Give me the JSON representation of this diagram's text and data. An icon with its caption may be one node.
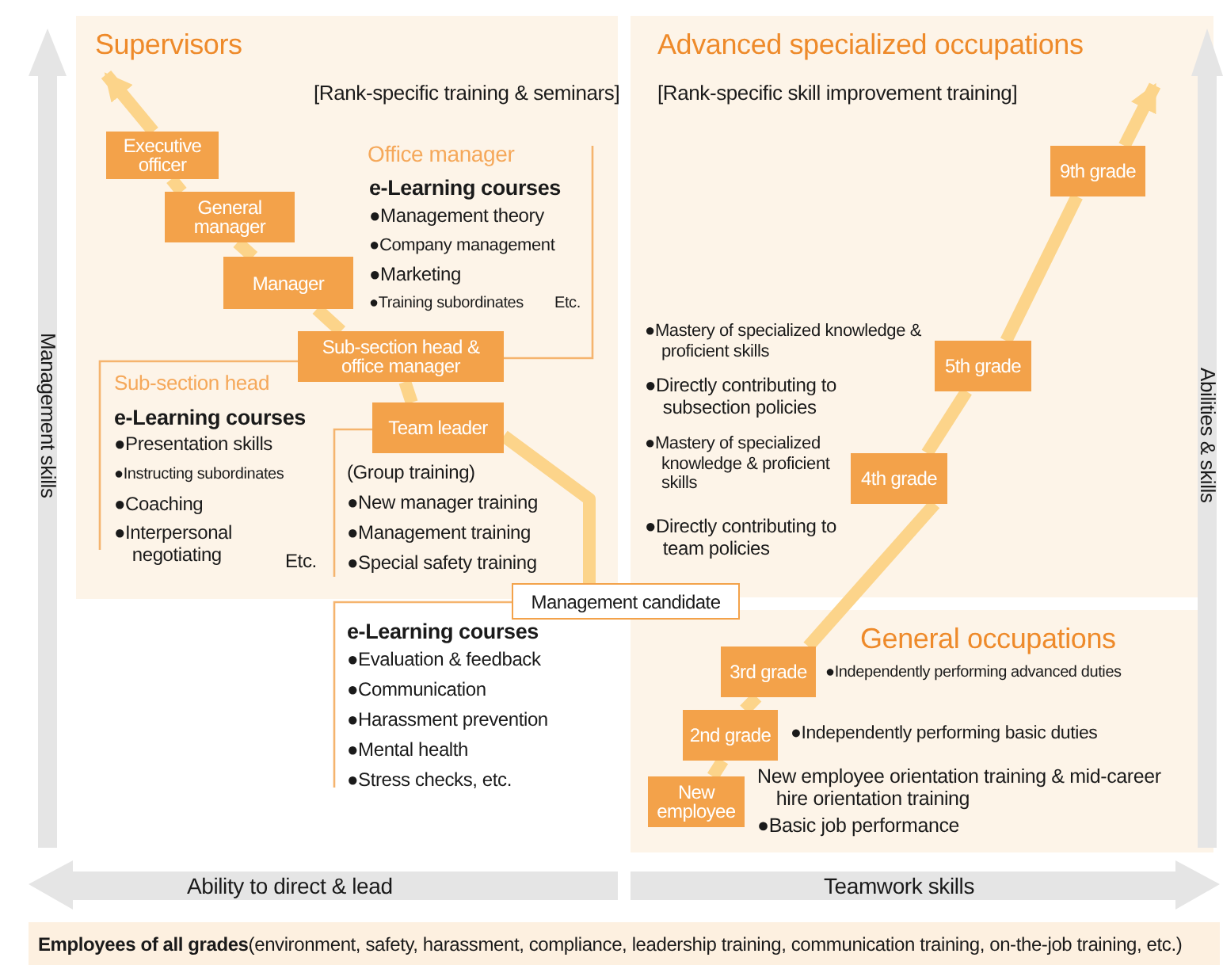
{
  "diagram": {
    "nodes": [
      {
        "text": [
          "Supervisors",
          "[Rank-specific training & seminars]"
        ]
      },
      {
        "text": [
          "Executive officer"
        ],
        "in": 0
      },
      {
        "text": [
          "General manager"
        ],
        "in": 0
      },
      {
        "text": [
          "Manager"
        ],
        "in": 0
      },
      {
        "text": [
          "Sub-section head & office manager"
        ],
        "in": 0
      },
      {
        "text": [
          "Team leader"
        ],
        "in": 0
      },
      {
        "text": [
          "Management candidate"
        ]
      },
      {
        "text": [
          "Advanced specialized occupations",
          "[Rank-specific skill improvement training]"
        ]
      },
      {
        "text": [
          "9th grade"
        ],
        "in": 7
      },
      {
        "text": [
          "5th grade"
        ],
        "in": 7
      },
      {
        "text": [
          "4th grade"
        ],
        "in": 7
      },
      {
        "text": [
          "General occupations"
        ]
      },
      {
        "text": [
          "3rd grade"
        ],
        "in": 11
      },
      {
        "text": [
          "2nd grade"
        ],
        "in": 11
      },
      {
        "text": [
          "New employee"
        ],
        "in": 11
      },
      {
        "text": [
          "**Employees of all grades**(environment, safety, harassment, compliance, leadership training, communication training, on-the-job training, etc.)"
        ]
      }
    ],
    "edges": [
      {
        "from": 6,
        "to": 5,
        "arrow": "none"
      },
      {
        "from": 5,
        "to": 4,
        "arrow": "none"
      },
      {
        "from": 4,
        "to": 3,
        "arrow": "none"
      },
      {
        "from": 3,
        "to": 2,
        "arrow": "none"
      },
      {
        "from": 2,
        "to": 1,
        "arrow": "none"
      },
      {
        "from": 1,
        "to": null,
        "arrow": "to"
      },
      {
        "from": 14,
        "to": 13,
        "arrow": "none"
      },
      {
        "from": 13,
        "to": 12,
        "arrow": "none"
      },
      {
        "from": 12,
        "to": 10,
        "arrow": "none"
      },
      {
        "from": 10,
        "to": 9,
        "arrow": "none"
      },
      {
        "from": 9,
        "to": 8,
        "arrow": "none"
      },
      {
        "from": 8,
        "to": null,
        "arrow": "to"
      }
    ],
    "labels": [
      "Office manager",
      "e-Learning courses",
      "●Management theory",
      "●Company management",
      "●Marketing",
      "●Training subordinates",
      "Etc.",
      "Sub-section head",
      "e-Learning courses",
      "●Presentation skills",
      "●Instructing subordinates",
      "●Coaching",
      "●Interpersonal negotiating",
      "Etc.",
      "(Group training)",
      "●New manager training",
      "●Management training",
      "●Special safety training",
      "e-Learning courses",
      "●Evaluation & feedback",
      "●Communication",
      "●Harassment prevention",
      "●Mental health",
      "●Stress checks, etc.",
      "●Mastery of specialized knowledge & proficient skills",
      "●Directly contributing to subsection policies",
      "●Mastery of specialized knowledge & proficient skills",
      "●Directly contributing to team policies",
      "●Independently performing advanced duties",
      "●Independently performing basic duties",
      "New employee orientation training & mid-career hire orientation training",
      "●Basic job performance",
      "Management skills",
      "Abilities & skills",
      "Ability to direct & lead",
      "Teamwork skills"
    ]
  }
}
